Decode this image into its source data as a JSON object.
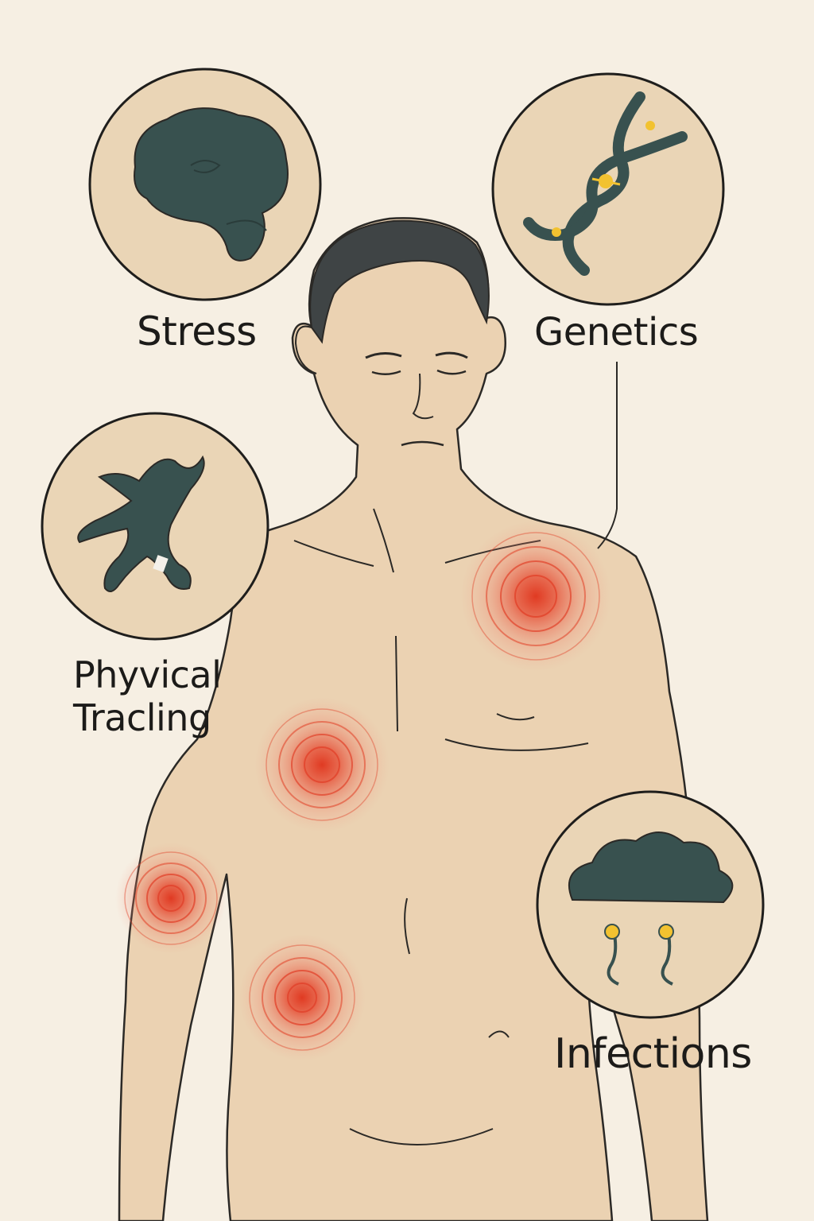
{
  "triggers": {
    "stress": {
      "label": "Stress",
      "icon": "brain-icon"
    },
    "genetics": {
      "label": "Genetics",
      "icon": "dna-icon"
    },
    "physical": {
      "label_line1": "Phyvical",
      "label_line2": "Tracling",
      "icon": "falling-person-icon"
    },
    "infections": {
      "label": "Infections",
      "icon": "cloud-virus-icon"
    }
  },
  "pain_points": [
    "right-shoulder",
    "left-chest",
    "left-forearm",
    "left-abdomen"
  ],
  "colors": {
    "background": "#f6efe3",
    "skin": "#ebd2b2",
    "outline": "#2b2926",
    "icon_fill": "#38514f",
    "circle_fill": "#ead5b6",
    "pain": "#e2472f",
    "accent": "#f2c230"
  }
}
